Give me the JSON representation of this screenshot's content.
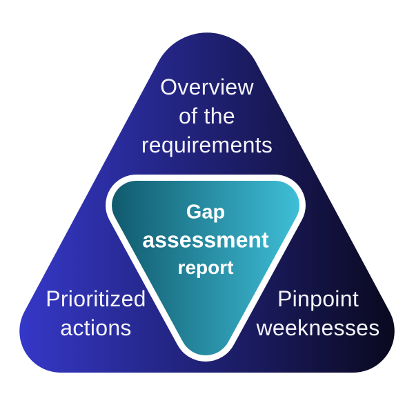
{
  "diagram": {
    "title": {
      "line1": "Gap",
      "line2": "assessment",
      "line3": "report"
    },
    "labels": {
      "top": {
        "line1": "Overview",
        "line2": "of the",
        "line3": "requirements"
      },
      "bottom_left": {
        "line1": "Prioritized",
        "line2": "actions"
      },
      "bottom_right": {
        "line1": "Pinpoint",
        "line2": "weeknesses"
      }
    },
    "colors": {
      "outer_gradient_start": "#3538C8",
      "outer_gradient_end": "#0A091F",
      "inner_gradient_start": "#10586B",
      "inner_gradient_end": "#3FC0D9",
      "inner_border": "#FFFFFF",
      "label_text": "#F5F4FA",
      "title_text": "#FFFFFF"
    }
  }
}
